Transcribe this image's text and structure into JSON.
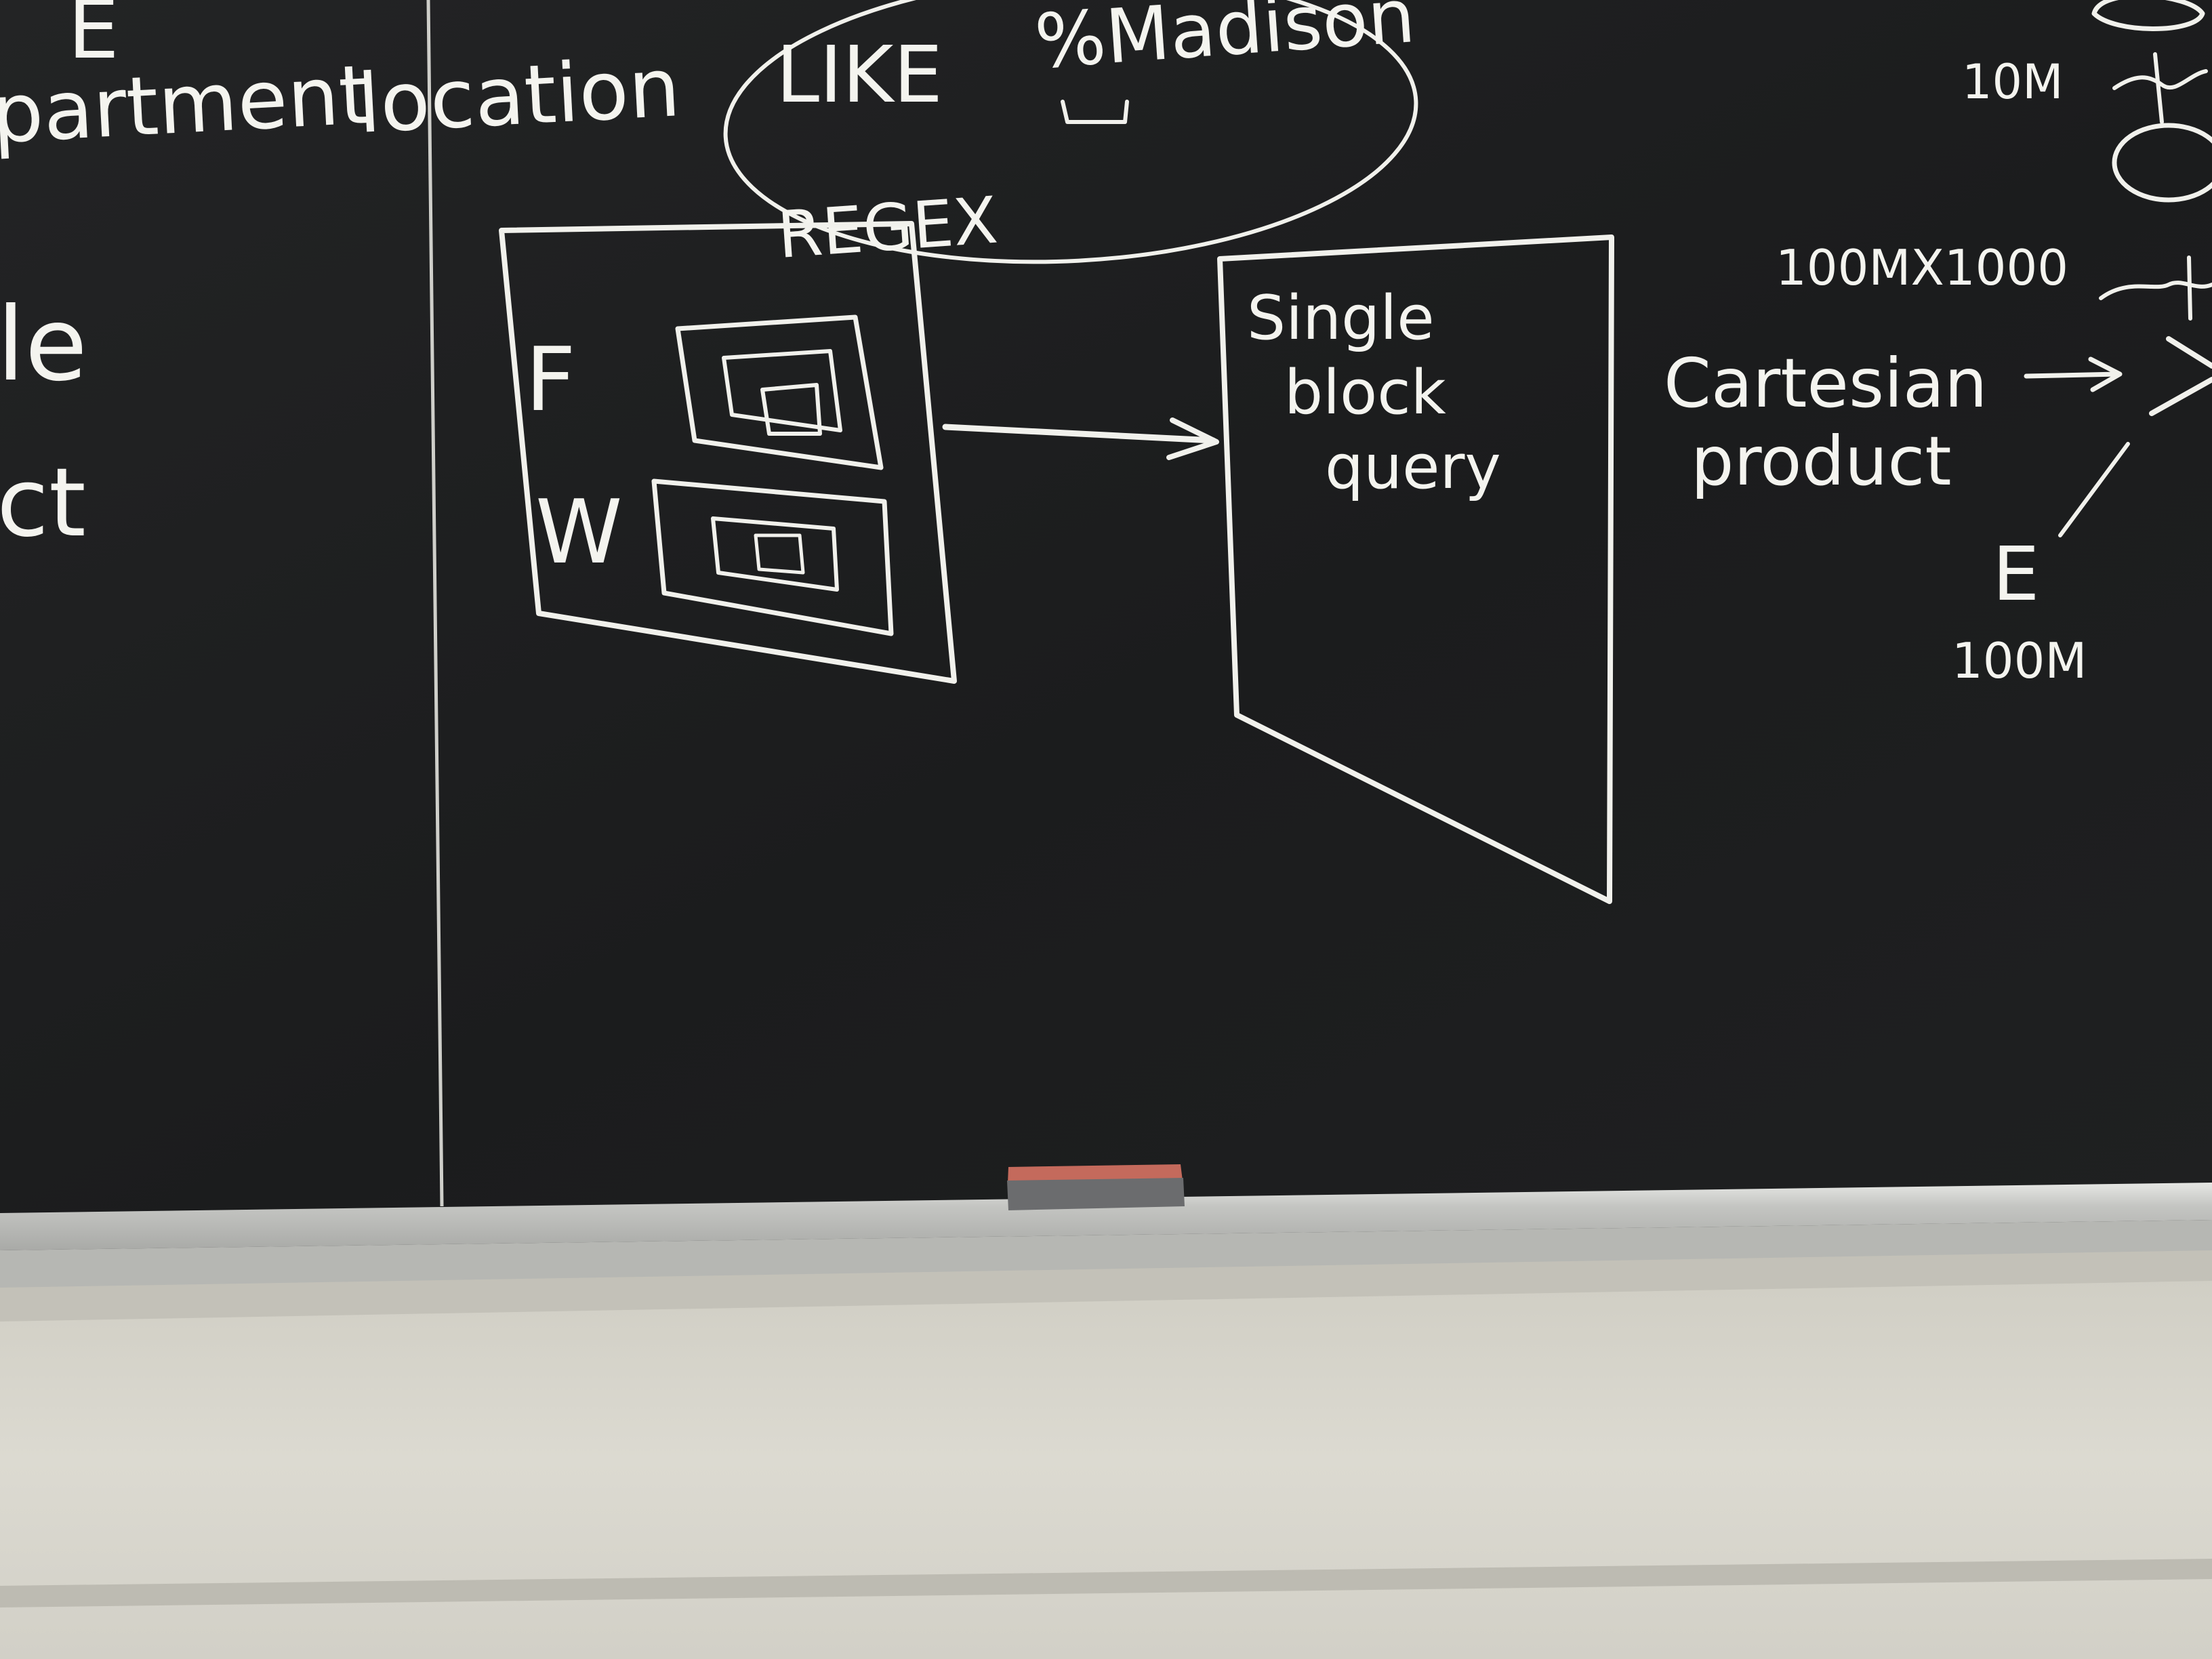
{
  "scene": {
    "type": "chalkboard-photo",
    "colors": {
      "board": "#1c1d1e",
      "chalk": "#f1f1ec",
      "tray": "#c9cac6",
      "wall": "#d8d6cd",
      "eraser_felt": "#6b6c6e",
      "eraser_band": "#c46a5c"
    }
  },
  "left_panel": {
    "top_letter": "E",
    "header_text": "partment",
    "fragment_1": "le",
    "fragment_2": "ct"
  },
  "query": {
    "location_text": "location",
    "like_keyword": "LIKE",
    "pattern": "%Madison",
    "regex_note": "REGEX"
  },
  "nested_block": {
    "from_letter": "F",
    "where_letter": "W"
  },
  "single_block": {
    "line1": "Single",
    "line2": "block",
    "line3": "query"
  },
  "join_notes": {
    "left_size": "10M",
    "product_size": "100MX1000",
    "cartesian_line1": "Cartesian",
    "cartesian_line2": "product",
    "e_letter": "E",
    "e_size": "100M"
  }
}
